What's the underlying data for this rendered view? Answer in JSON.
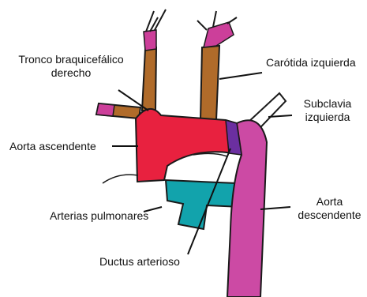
{
  "labels": {
    "tronco_line1": "Tronco braquicefálico",
    "tronco_line2": "derecho",
    "carotida": "Carótida izquierda",
    "subclavia_line1": "Subclavia",
    "subclavia_line2": "izquierda",
    "aorta_ascendente": "Aorta ascendente",
    "aorta_desc_line1": "Aorta",
    "aorta_desc_line2": "descendente",
    "arterias_pulmonares": "Arterias pulmonares",
    "ductus": "Ductus arterioso"
  },
  "colors": {
    "aorta": "#e8213f",
    "descending_aorta": "#cc4aa4",
    "pulmonary": "#12a3ac",
    "ductus": "#6b2fa0",
    "brachiocephalic": "#b06b2a",
    "vessel_tips": "#cc3f9a",
    "subclavian": "#ffffff",
    "outline": "#1a1a1a"
  }
}
